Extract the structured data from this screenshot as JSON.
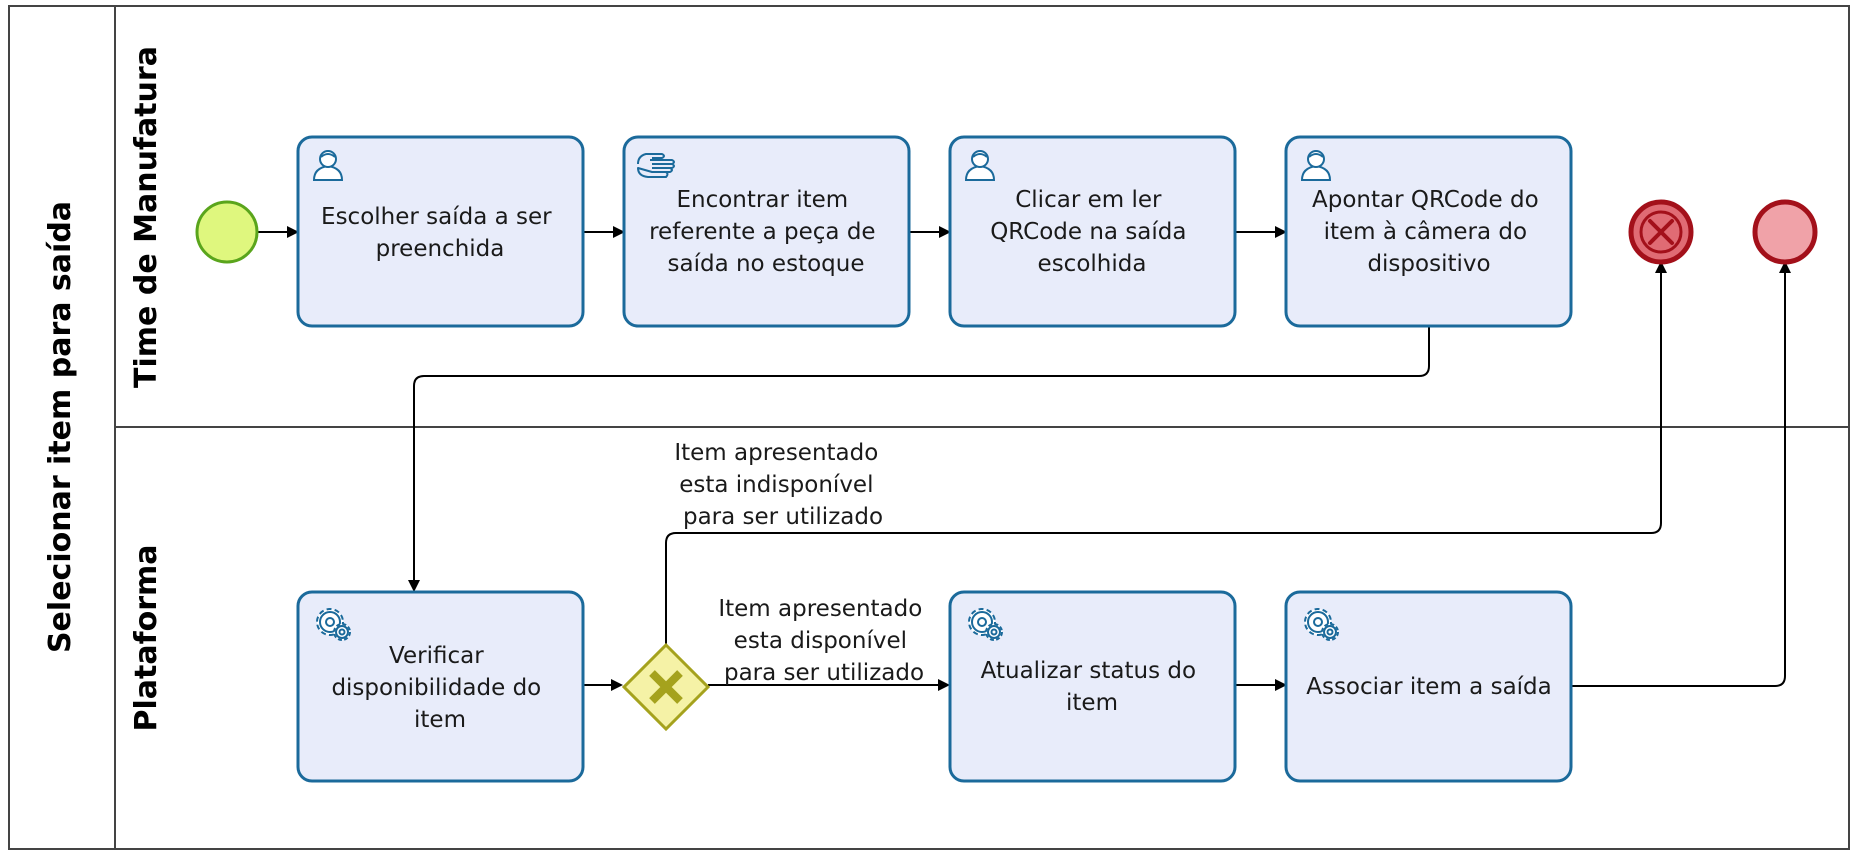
{
  "pool": {
    "name": "Selecionar item para saída"
  },
  "lanes": [
    {
      "id": "manufatura",
      "name": "Time de Manufatura"
    },
    {
      "id": "plataforma",
      "name": "Plataforma"
    }
  ],
  "tasks": [
    {
      "id": "t1",
      "lane": "manufatura",
      "kind": "user",
      "icon": "user-icon",
      "lines": [
        "Escolher saída a ser",
        "preenchida"
      ]
    },
    {
      "id": "t2",
      "lane": "manufatura",
      "kind": "manual",
      "icon": "hand-icon",
      "lines": [
        "Encontrar item",
        "referente a peça de",
        "saída no estoque"
      ]
    },
    {
      "id": "t3",
      "lane": "manufatura",
      "kind": "user",
      "icon": "user-icon",
      "lines": [
        "Clicar em ler",
        "QRCode na saída",
        "escolhida"
      ]
    },
    {
      "id": "t4",
      "lane": "manufatura",
      "kind": "user",
      "icon": "user-icon",
      "lines": [
        "Apontar QRCode do",
        "item à câmera do",
        "dispositivo"
      ]
    },
    {
      "id": "t5",
      "lane": "plataforma",
      "kind": "service",
      "icon": "gear-icon",
      "lines": [
        "Verificar",
        "disponibilidade do",
        "item"
      ]
    },
    {
      "id": "t6",
      "lane": "plataforma",
      "kind": "service",
      "icon": "gear-icon",
      "lines": [
        "Atualizar status do",
        "item"
      ]
    },
    {
      "id": "t7",
      "lane": "plataforma",
      "kind": "service",
      "icon": "gear-icon",
      "lines": [
        "Associar item a saída"
      ]
    }
  ],
  "events": [
    {
      "id": "start",
      "type": "start",
      "color": "#dff77e"
    },
    {
      "id": "error-end",
      "type": "error-end",
      "color": "#e06b74"
    },
    {
      "id": "end",
      "type": "end",
      "color": "#f0a2a8"
    }
  ],
  "gateway": {
    "id": "g1",
    "type": "exclusive",
    "color": "#f5f2a6"
  },
  "flow_labels": {
    "unavailable": [
      "Item apresentado",
      "esta indisponível",
      "para ser utilizado"
    ],
    "available": [
      "Item apresentado",
      "esta disponível",
      "para ser utilizado"
    ]
  },
  "colors": {
    "task_fill": "#e8ecfa",
    "task_stroke": "#1b6a9b",
    "line": "#000000",
    "event_stroke_red": "#a3101a",
    "start_stroke": "#5aa51c",
    "gateway_stroke": "#a5a21d"
  }
}
